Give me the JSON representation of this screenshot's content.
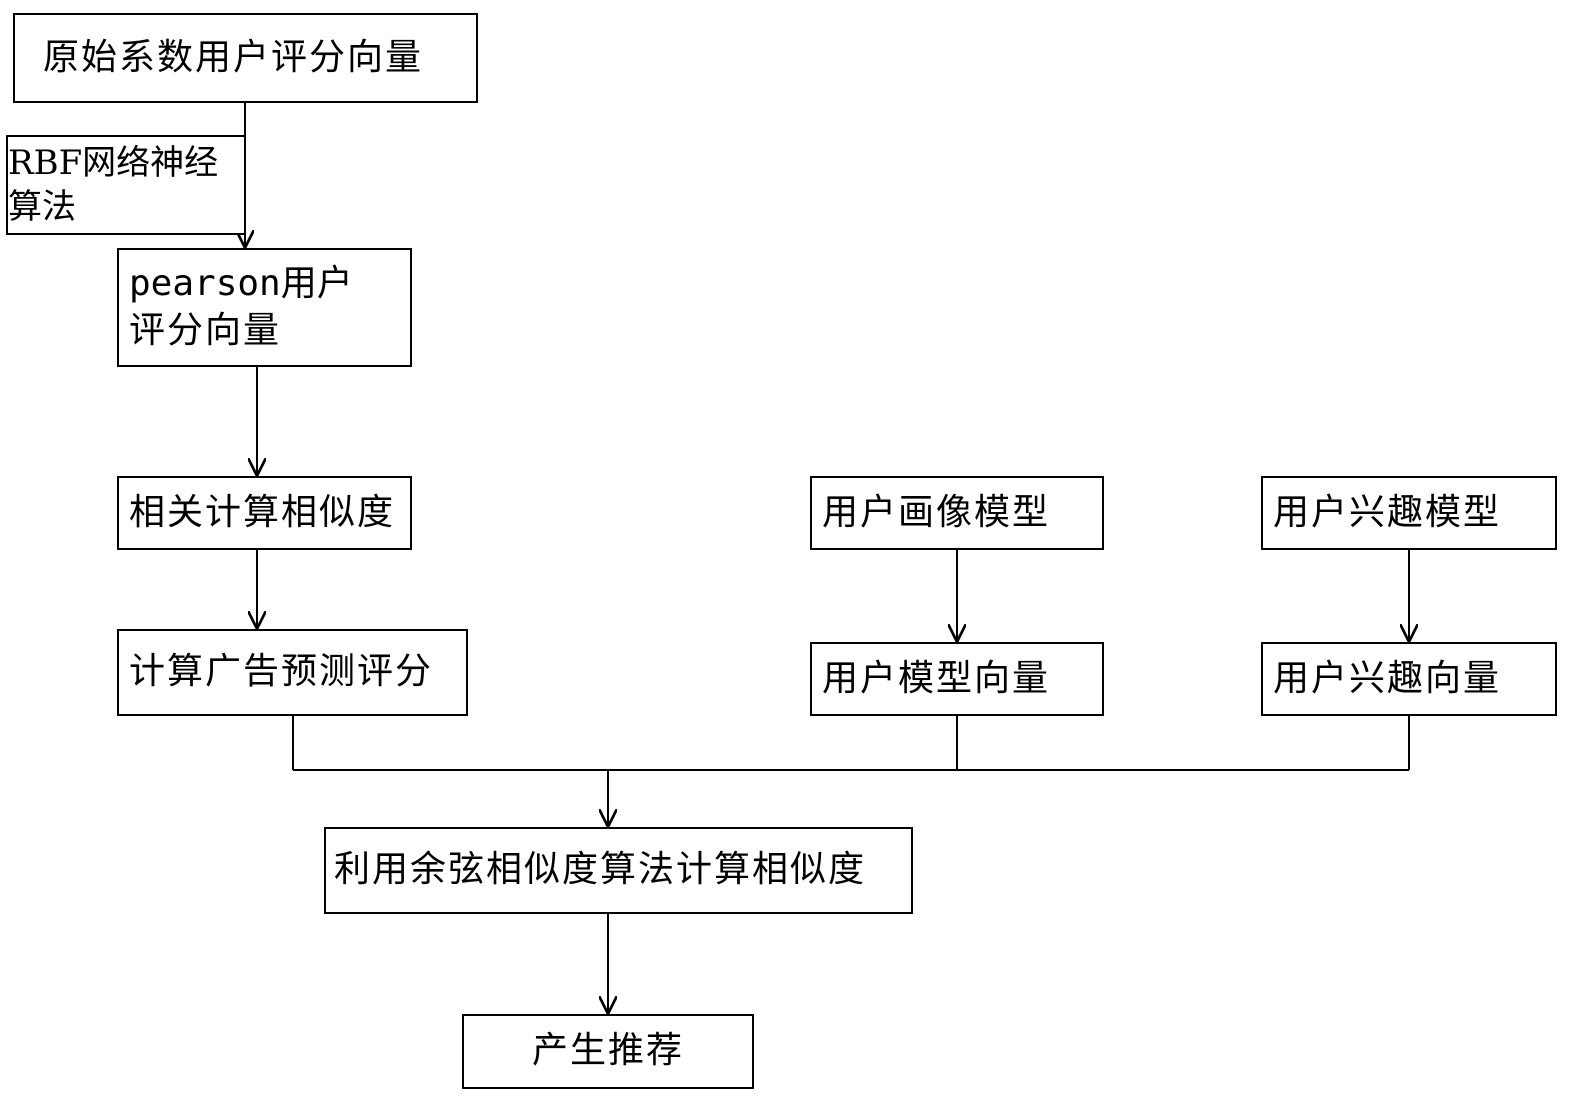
{
  "nodes": {
    "raw_rating_vector": "原始系数用户评分向量",
    "rbf_line1": "RBF网络神经",
    "rbf_line2": "算法",
    "pearson_line1": "pearson用户",
    "pearson_line2": "评分向量",
    "correlation_similarity": "相关计算相似度",
    "ad_predict_score": "计算广告预测评分",
    "user_portrait_model": "用户画像模型",
    "user_interest_model": "用户兴趣模型",
    "user_model_vector": "用户模型向量",
    "user_interest_vector": "用户兴趣向量",
    "cosine_similarity": "利用余弦相似度算法计算相似度",
    "generate_recommendation": "产生推荐"
  },
  "colors": {
    "line": "#000000",
    "box_border": "#000000",
    "background": "#ffffff"
  }
}
